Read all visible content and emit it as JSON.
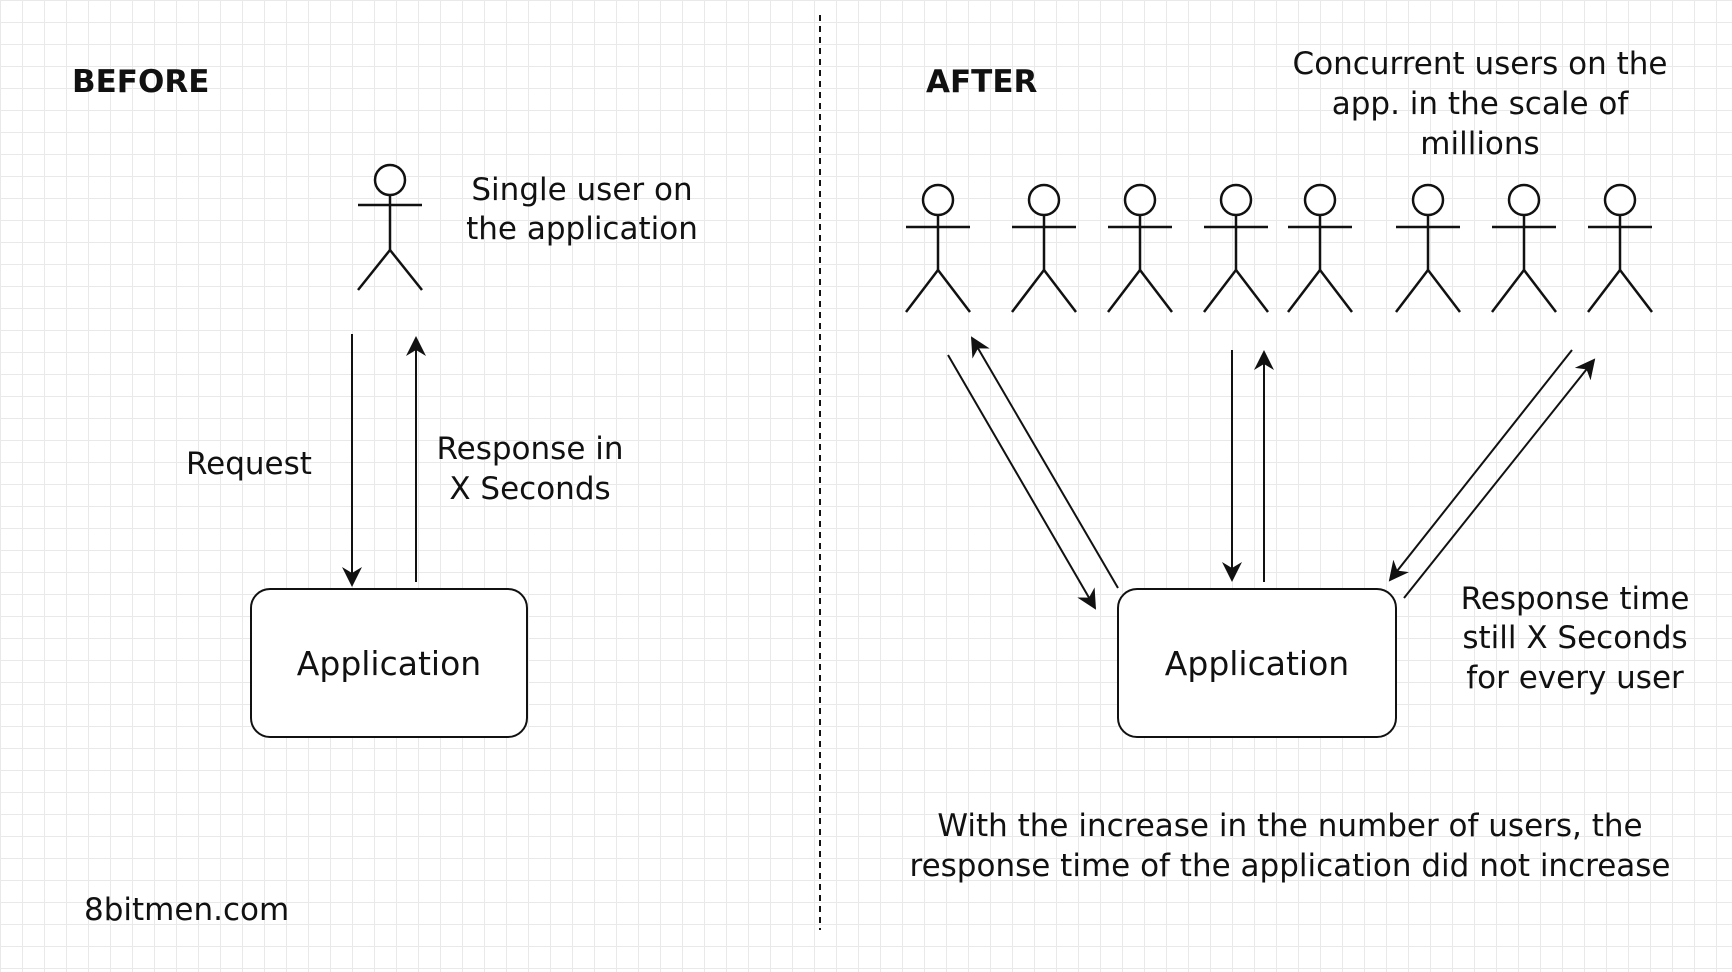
{
  "before": {
    "heading": "BEFORE",
    "user_caption": [
      "Single user on",
      "the application"
    ],
    "request_label": "Request",
    "response_label": [
      "Response in",
      "X Seconds"
    ],
    "application_label": "Application"
  },
  "after": {
    "heading": "AFTER",
    "users_caption": [
      "Concurrent users on the",
      "app. in the scale of",
      "millions"
    ],
    "user_count": 8,
    "application_label": "Application",
    "response_note": [
      "Response time",
      "still X Seconds",
      "for every user"
    ],
    "conclusion": [
      "With the increase in the number of users, the",
      "response time of the application did not increase"
    ]
  },
  "watermark": "8bitmen.com"
}
